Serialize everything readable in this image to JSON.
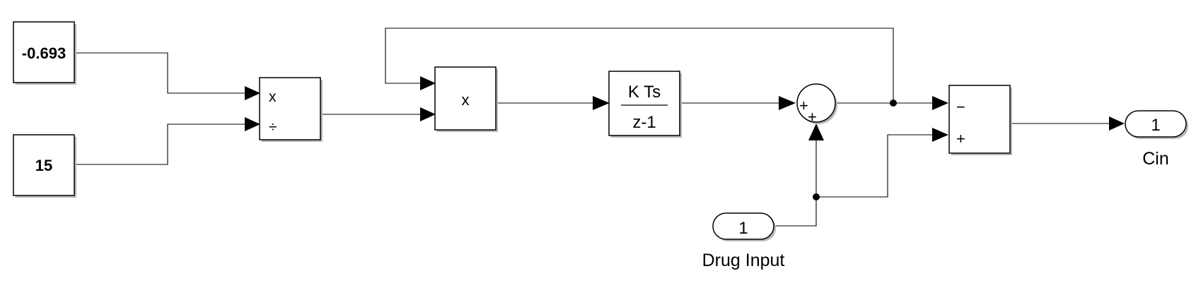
{
  "blocks": {
    "const_a": {
      "value": "-0.693"
    },
    "const_b": {
      "value": "15"
    },
    "product_divide": {
      "port_multiply": "x",
      "port_divide": "÷"
    },
    "product": {
      "symbol": "x"
    },
    "integrator": {
      "numerator": "K Ts",
      "denominator": "z-1"
    },
    "sum": {
      "sign_left": "+",
      "sign_bottom": "+"
    },
    "subtract": {
      "sign_minus": "−",
      "sign_plus": "+"
    },
    "inport": {
      "number": "1",
      "label": "Drug Input"
    },
    "outport": {
      "number": "1",
      "label": "Cin"
    }
  }
}
